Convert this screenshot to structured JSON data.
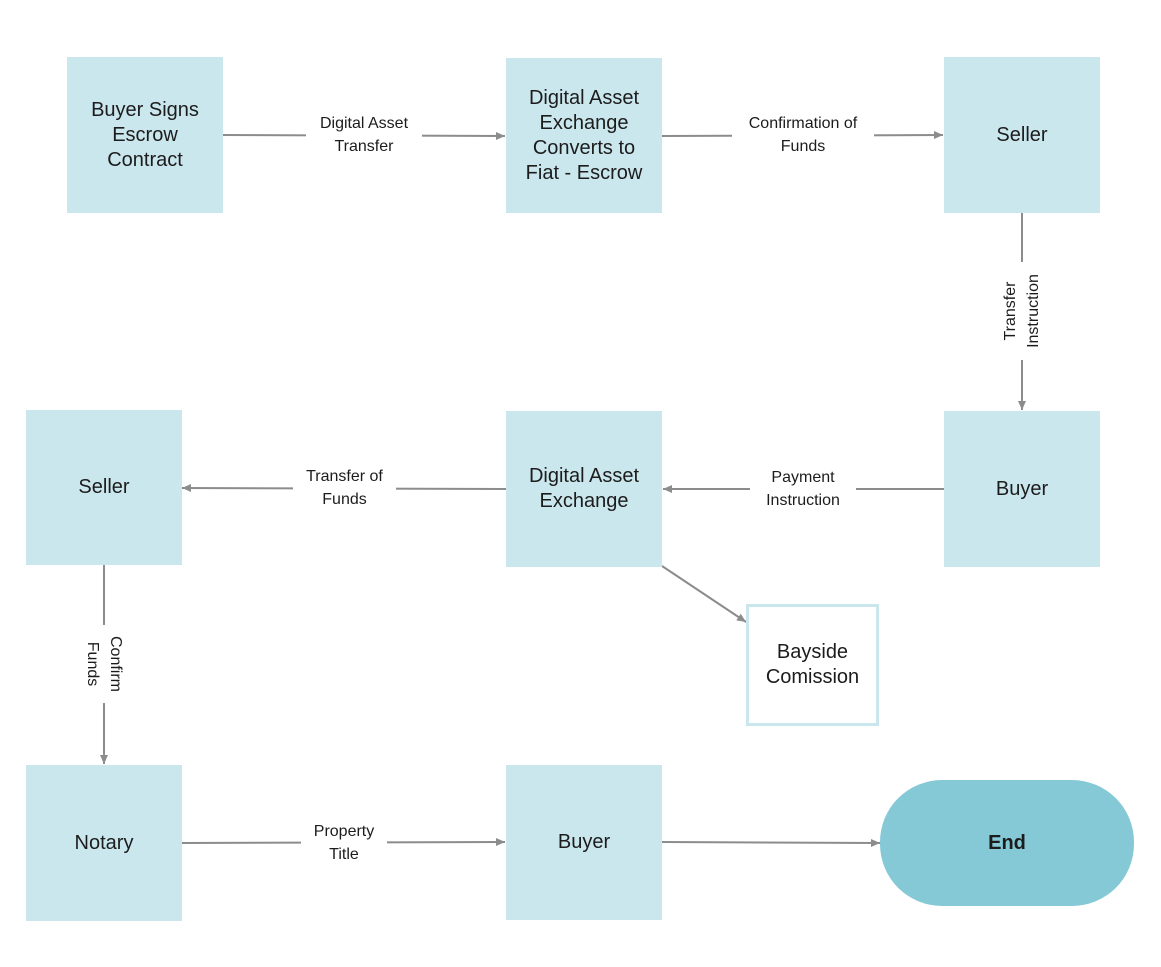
{
  "nodes": {
    "buyer_signs": "Buyer Signs\nEscrow\nContract",
    "exchange_convert": "Digital Asset\nExchange\nConverts to\nFiat - Escrow",
    "seller_top": "Seller",
    "buyer_mid": "Buyer",
    "exchange_mid": "Digital Asset\nExchange",
    "seller_mid": "Seller",
    "bayside": "Bayside\nComission",
    "notary": "Notary",
    "buyer_bottom": "Buyer",
    "end": "End"
  },
  "edges": {
    "digital_asset_transfer": "Digital Asset\nTransfer",
    "confirmation_of_funds": "Confirmation of\nFunds",
    "transfer_instruction": "Transfer\nInstruction",
    "payment_instruction": "Payment\nInstruction",
    "transfer_of_funds": "Transfer of\nFunds",
    "confirm_funds": "Confirm\nFunds",
    "property_title": "Property\nTitle"
  },
  "colors": {
    "process_box": "#cbe7ee",
    "terminal": "#85c9d7",
    "connector": "#8c8c8c"
  }
}
